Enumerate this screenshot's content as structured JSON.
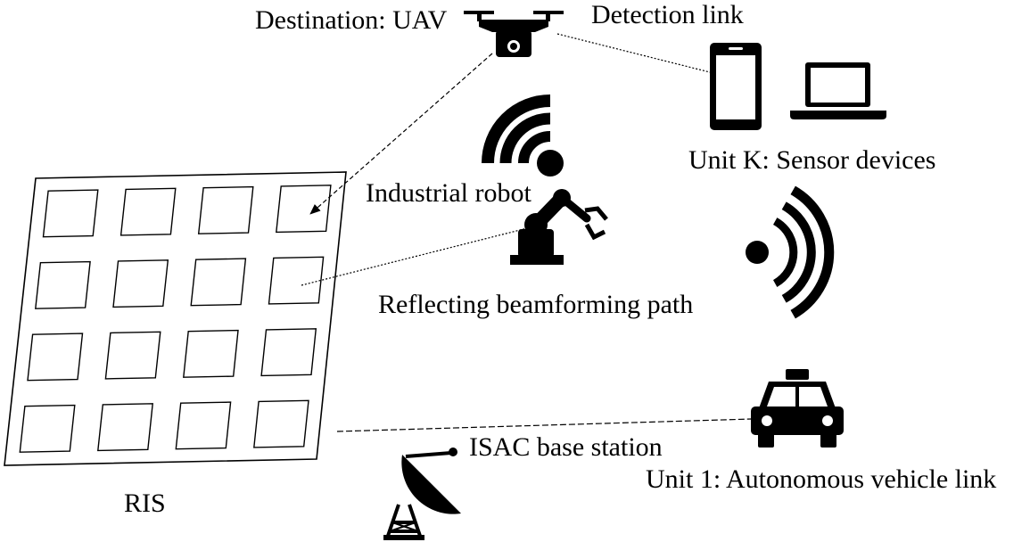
{
  "labels": {
    "destination": "Destination: UAV",
    "detection_link": "Detection link",
    "unit_k": "Unit K: Sensor devices",
    "industrial_robot": "Industrial robot",
    "reflecting_path": "Reflecting beamforming path",
    "isac_base_station": "ISAC base station",
    "unit_1": "Unit 1: Autonomous vehicle link",
    "ris": "RIS"
  },
  "ris": {
    "rows": 4,
    "cols": 4
  },
  "icons": {
    "uav": "drone-icon",
    "phone": "smartphone-icon",
    "laptop": "laptop-icon",
    "wifi_upper": "wifi-signal-icon",
    "wifi_right": "wifi-signal-icon",
    "robot": "robot-arm-icon",
    "vehicle": "taxi-icon",
    "base_station": "satellite-dish-icon"
  },
  "colors": {
    "ink": "#000000",
    "background": "#ffffff"
  }
}
